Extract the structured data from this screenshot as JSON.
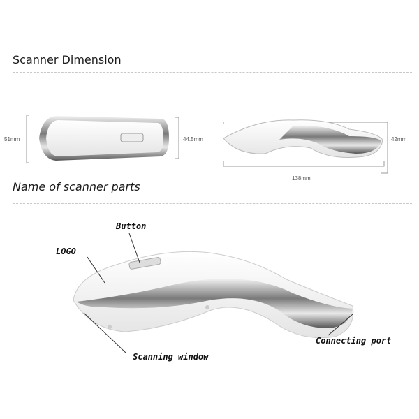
{
  "sections": {
    "dimension_title": "Scanner Dimension",
    "parts_title": "Name of scanner parts"
  },
  "dimensions": {
    "front_height": "51mm",
    "front_width": "44.5mm",
    "side_height": "42mm",
    "side_length": "138mm"
  },
  "parts": {
    "button": "Button",
    "logo": "LOGO",
    "connecting_port": "Connecting port",
    "scanning_window": "Scanning window"
  }
}
